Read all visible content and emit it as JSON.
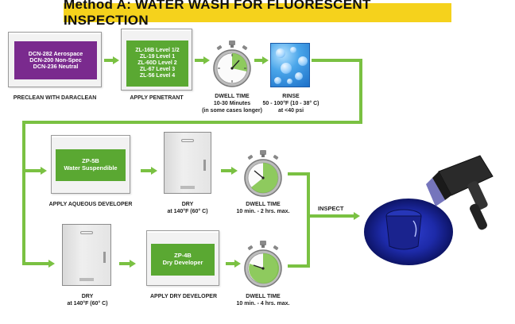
{
  "title": "Method A: WATER WASH FOR FLUORESCENT INSPECTION",
  "steps": {
    "preclean": {
      "panel_lines": [
        "DCN-282 Aerospace",
        "DCN-200 Non-Spec",
        "DCN-236 Neutral"
      ],
      "label": "PRECLEAN WITH DARACLEAN"
    },
    "penetrant": {
      "panel_lines": [
        "ZL-16B Level 1/2",
        "ZL-19 Level 1",
        "ZL-60D Level 2",
        "ZL-67 Level 3",
        "ZL-56 Level 4"
      ],
      "label": "APPLY PENETRANT"
    },
    "dwell1": {
      "label_lines": [
        "DWELL TIME",
        "10-30 Minutes",
        "(in some cases longer)"
      ]
    },
    "rinse": {
      "label_lines": [
        "RINSE",
        "50 - 100°F (10 - 38° C)",
        "at <40 psi"
      ]
    },
    "aqueous_dev": {
      "panel_lines": [
        "ZP-5B",
        "Water Suspendible"
      ],
      "label": "APPLY AQUEOUS DEVELOPER"
    },
    "dry1": {
      "label_lines": [
        "DRY",
        "at 140°F (60° C)"
      ]
    },
    "dwell2": {
      "label_lines": [
        "DWELL TIME",
        "10 min. - 2 hrs. max."
      ]
    },
    "inspect": {
      "label": "INSPECT"
    },
    "dry2": {
      "label_lines": [
        "DRY",
        "at 140°F (60° C)"
      ]
    },
    "dry_dev": {
      "panel_lines": [
        "ZP-4B",
        "Dry Developer"
      ],
      "label": "APPLY DRY DEVELOPER"
    },
    "dwell3": {
      "label_lines": [
        "DWELL TIME",
        "10 min. - 4 hrs. max."
      ]
    }
  },
  "colors": {
    "title_bg": "#f5d21c",
    "purple_panel": "#7a2a8e",
    "green_panel": "#5aa832",
    "arrow": "#7ac142",
    "uv_blue": "#1d2aa8"
  },
  "icons": [
    "stopwatch-icon",
    "water-droplets-icon",
    "uv-lamp-icon",
    "dryer-cabinet-icon"
  ]
}
